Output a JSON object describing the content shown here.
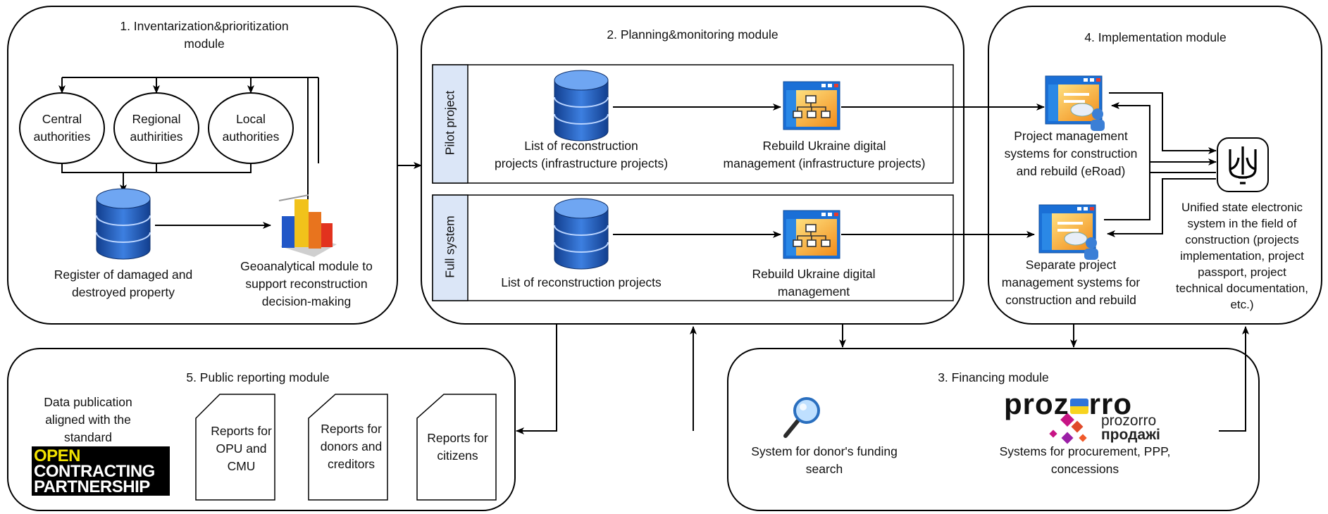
{
  "modules": {
    "m1": {
      "title": "1. Inventarization&prioritization\nmodule"
    },
    "m2": {
      "title": "2. Planning&monitoring module"
    },
    "m3": {
      "title": "3. Financing module"
    },
    "m4": {
      "title": "4. Implementation module"
    },
    "m5": {
      "title": "5. Public reporting module"
    }
  },
  "authorities": [
    "Central\nauthorities",
    "Regional\nauthirities",
    "Local\nauthorities"
  ],
  "m1_items": {
    "register": "Register of damaged and\ndestroyed property",
    "geo": "Geoanalytical module to\nsupport reconstruction\ndecision-making"
  },
  "m2_rows": [
    {
      "side": "Pilot project",
      "list": "List of reconstruction\nprojects (infrastructure projects)",
      "rebuild": "Rebuild Ukraine digital\nmanagement (infrastructure projects)"
    },
    {
      "side": "Full system",
      "list": "List of reconstruction projects",
      "rebuild": "Rebuild Ukraine digital\nmanagement"
    }
  ],
  "m4_items": {
    "pm_systems": "Project management\nsystems for construction\nand rebuild (eRoad)",
    "separate": "Separate project\nmanagement systems for\nconstruction and rebuild",
    "unified": "Unified state electronic\nsystem in the field of\nconstruction (projects\nimplementation, project\npassport, project\ntechnical documentation,\netc.)"
  },
  "m3_items": {
    "donor": "System for donor's funding\nsearch",
    "procurement": "Systems for procurement, PPP,\nconcessions",
    "prozorro_logo": "prozorro",
    "prozorro_sub1": "prozorro",
    "prozorro_sub2": "продажі"
  },
  "m5_items": {
    "publication": "Data publication\naligned with the\nstandard",
    "ocp_logo": [
      "OPEN",
      "CONTRACTING",
      "PARTNERSHIP"
    ],
    "reports": [
      "Reports for\nOPU and\nCMU",
      "Reports for\ndonors and\ncreditors",
      "Reports for\ncitizens"
    ]
  },
  "colors": {
    "db_blue": "#1f57b8",
    "side_fill": "#dbe6f7",
    "logo_yellow": "#f2e200"
  },
  "icons": [
    "database-icon",
    "bar-chart-icon",
    "app-window-icon",
    "search-magnifier-icon",
    "trident-icon"
  ]
}
